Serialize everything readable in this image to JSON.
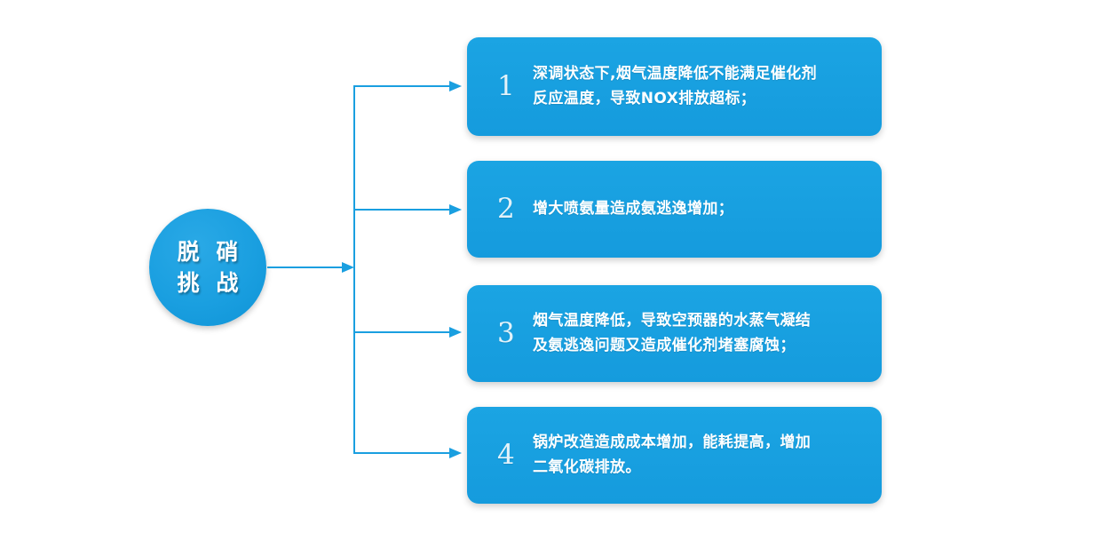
{
  "diagram": {
    "type": "fishbone-branch-list",
    "hub": {
      "label_line1": "脱 硝",
      "label_line2": "挑 战",
      "color": "#1a9fe0"
    },
    "colors": {
      "accent": "#1a9fe0",
      "box_fill": "#1ba4e3",
      "line": "#1a9fe0",
      "text": "#ffffff",
      "background": "#ffffff"
    },
    "items": [
      {
        "number": "1",
        "lines": [
          "深调状态下,烟气温度降低不能满足催化剂",
          "反应温度，导致NOX排放超标；"
        ]
      },
      {
        "number": "2",
        "lines": [
          "增大喷氨量造成氨逃逸增加；"
        ]
      },
      {
        "number": "3",
        "lines": [
          "烟气温度降低，导致空预器的水蒸气凝结",
          "及氨逃逸问题又造成催化剂堵塞腐蚀；"
        ]
      },
      {
        "number": "4",
        "lines": [
          "锅炉改造造成成本增加，能耗提高，增加",
          "二氧化碳排放。"
        ]
      }
    ]
  }
}
